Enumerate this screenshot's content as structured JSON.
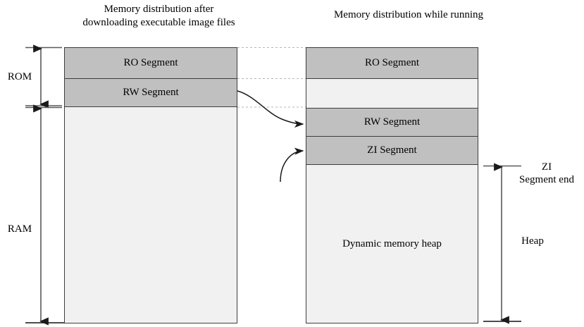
{
  "diagram": {
    "titles": {
      "left": "Memory distribution after downloading executable image files",
      "right": "Memory distribution while running"
    },
    "side_labels": {
      "rom": "ROM",
      "ram": "RAM",
      "zi_segment_end": "ZI\nSegment end",
      "heap": "Heap"
    },
    "left_column": {
      "segments": [
        {
          "label": "RO Segment",
          "fill": "#c0c0c0"
        },
        {
          "label": "RW Segment",
          "fill": "#c0c0c0"
        },
        {
          "label": "",
          "fill": "#f1f1f1"
        }
      ]
    },
    "right_column": {
      "segments": [
        {
          "label": "RO Segment",
          "fill": "#c0c0c0"
        },
        {
          "label": "",
          "fill": "#f1f1f1"
        },
        {
          "label": "RW Segment",
          "fill": "#c0c0c0"
        },
        {
          "label": "ZI Segment",
          "fill": "#c0c0c0"
        },
        {
          "label": "Dynamic memory heap",
          "fill": "#f1f1f1"
        }
      ]
    },
    "colors": {
      "segment_fill": "#c0c0c0",
      "free_fill": "#f1f1f1",
      "border": "#3d3d3d",
      "guide_line": "#b5b5b5",
      "arrow": "#1a1a1a",
      "dimension_line": "#595959"
    },
    "connectors": [
      {
        "from": "left RW Segment",
        "to": "right RW Segment"
      },
      {
        "from": "below",
        "to": "right ZI Segment"
      }
    ]
  }
}
